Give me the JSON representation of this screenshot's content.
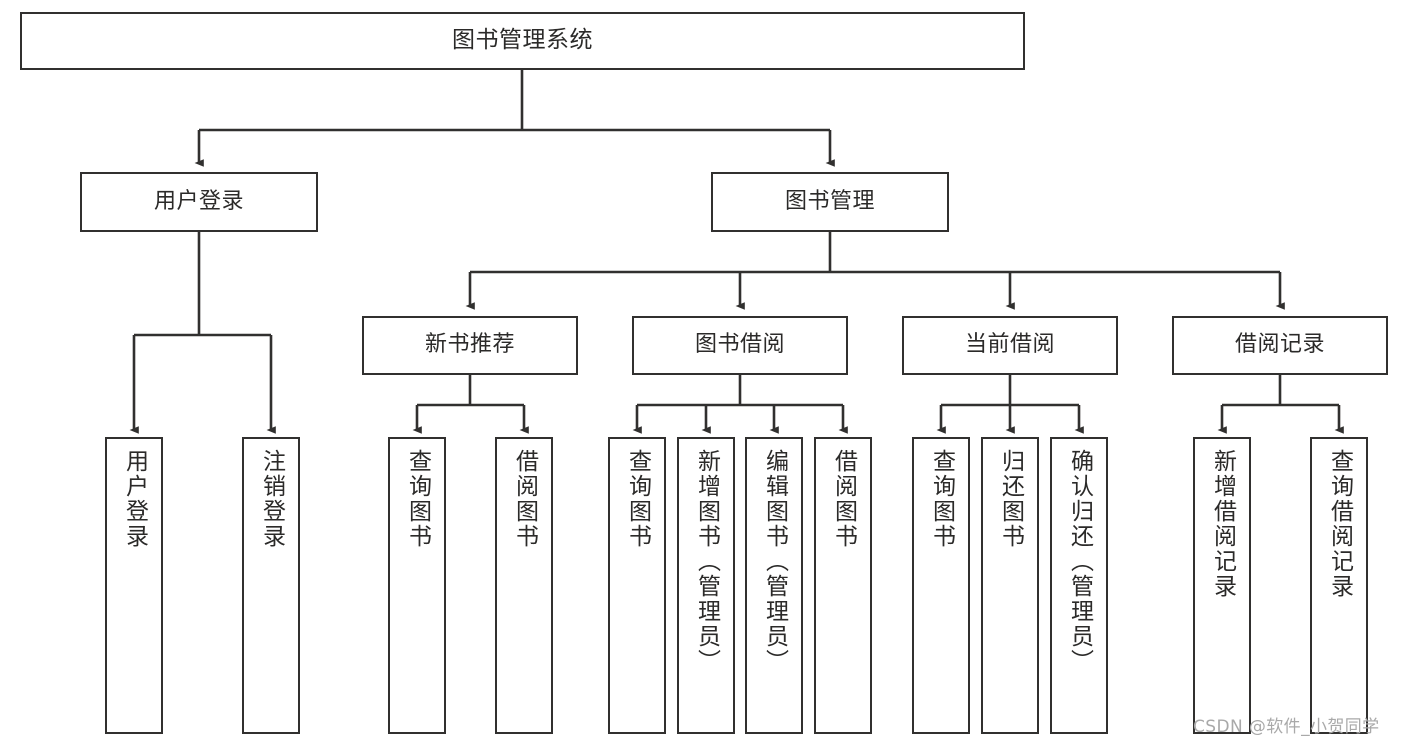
{
  "diagram": {
    "title": "图书管理系统",
    "type": "功能结构图",
    "watermark": "CSDN @软件_小贺同学",
    "colors": {
      "box_border": "#31302f",
      "box_fill": "#ffffff",
      "connector": "#31302f",
      "text": "#2b2a29",
      "watermark": "#a9a9a9",
      "background": "#ffffff"
    },
    "root": {
      "label": "图书管理系统"
    },
    "level1": [
      {
        "label": "用户登录"
      },
      {
        "label": "图书管理"
      }
    ],
    "level2": [
      {
        "label": "新书推荐"
      },
      {
        "label": "图书借阅"
      },
      {
        "label": "当前借阅"
      },
      {
        "label": "借阅记录"
      }
    ],
    "leaves": {
      "user_login": [
        {
          "label": "用户登录"
        },
        {
          "label": "注销登录"
        }
      ],
      "new_book_recommend": [
        {
          "label": "查询图书"
        },
        {
          "label": "借阅图书"
        }
      ],
      "book_borrow": [
        {
          "label": "查询图书"
        },
        {
          "label": "新增图书（管理员）"
        },
        {
          "label": "编辑图书（管理员）"
        },
        {
          "label": "借阅图书"
        }
      ],
      "current_borrow": [
        {
          "label": "查询图书"
        },
        {
          "label": "归还图书"
        },
        {
          "label": "确认归还（管理员）"
        }
      ],
      "borrow_record": [
        {
          "label": "新增借阅记录"
        },
        {
          "label": "查询借阅记录"
        }
      ]
    }
  }
}
